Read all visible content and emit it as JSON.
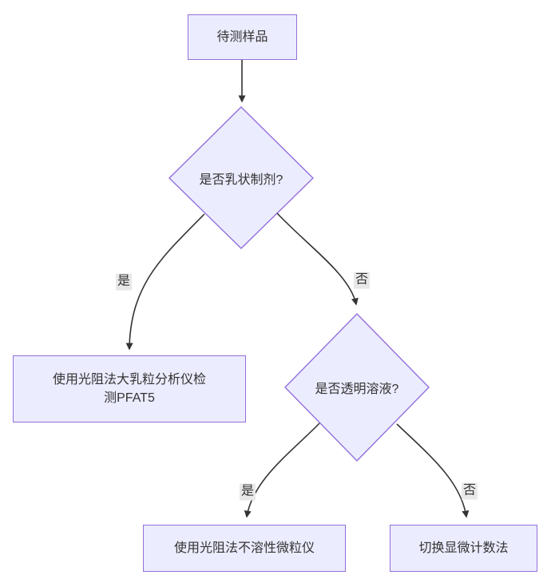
{
  "diagram": {
    "type": "flowchart",
    "background": "#ffffff",
    "colors": {
      "node_fill": "#ECECFF",
      "node_border": "#9370DB",
      "edge_line": "#333333",
      "text": "#333333",
      "edge_label_bg": "#e8e8e8"
    },
    "nodes": {
      "sample": {
        "label": "待测样品"
      },
      "decision_emulsion": {
        "label": "是否乳状制剂?"
      },
      "pfat5": {
        "label_line1": "使用光阻法大乳粒分析仪检",
        "label_line2": "测PFAT5"
      },
      "decision_transparent": {
        "label": "是否透明溶液?"
      },
      "insoluble_particle": {
        "label": "使用光阻法不溶性微粒仪"
      },
      "microscopic_count": {
        "label": "切换显微计数法"
      }
    },
    "edge_labels": {
      "emulsion_yes": "是",
      "emulsion_no": "否",
      "transparent_yes": "是",
      "transparent_no": "否"
    }
  }
}
